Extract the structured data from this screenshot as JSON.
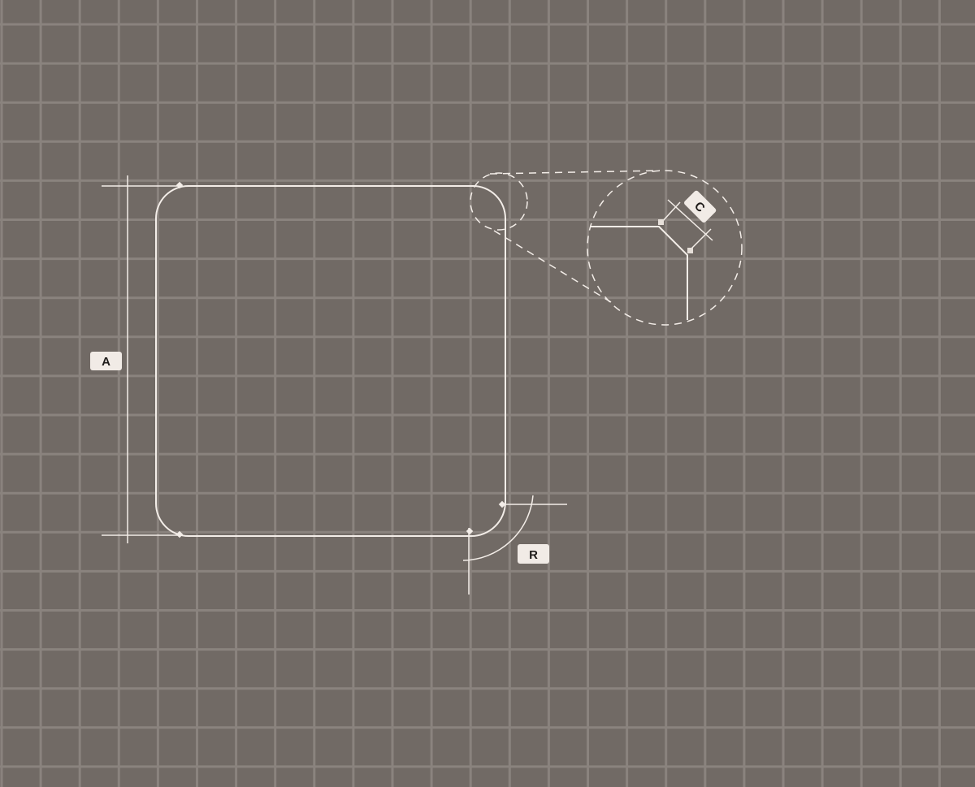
{
  "labels": {
    "a": "A",
    "r": "R",
    "c": "C"
  },
  "colors": {
    "background": "#716a65",
    "grid": "#8a837e",
    "line": "#f3ede8",
    "label_bg": "#f1ebe6",
    "label_text": "#1e1b19"
  }
}
